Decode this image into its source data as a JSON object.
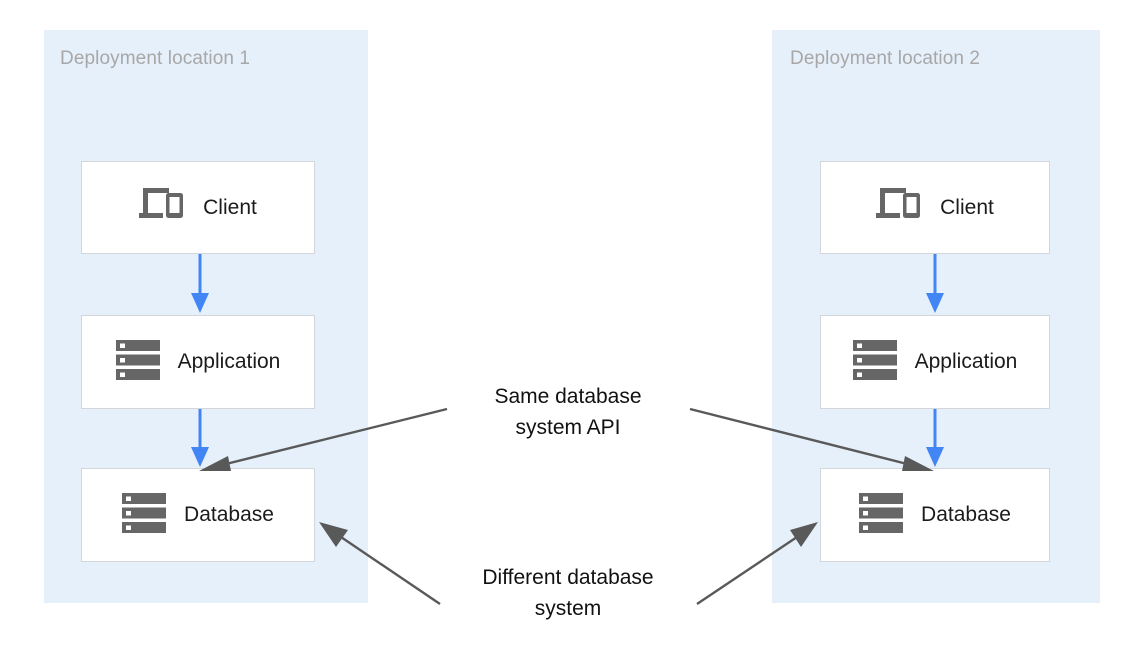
{
  "diagram": {
    "title_visible": false,
    "background_color": "#ffffff",
    "zone_color": "#e6f0fb",
    "flow_arrow_color": "#4285f4",
    "annotation_arrow_color": "#595959",
    "node_border_color": "#d3d6db",
    "icon_color": "#666666",
    "zone_title_color": "#a7a7a7"
  },
  "zones": [
    {
      "id": "zone-1",
      "title": "Deployment location 1",
      "nodes": [
        {
          "id": "client-1",
          "label": "Client",
          "icon": "devices-icon"
        },
        {
          "id": "application-1",
          "label": "Application",
          "icon": "server-icon"
        },
        {
          "id": "database-1",
          "label": "Database",
          "icon": "server-icon"
        }
      ]
    },
    {
      "id": "zone-2",
      "title": "Deployment location 2",
      "nodes": [
        {
          "id": "client-2",
          "label": "Client",
          "icon": "devices-icon"
        },
        {
          "id": "application-2",
          "label": "Application",
          "icon": "server-icon"
        },
        {
          "id": "database-2",
          "label": "Database",
          "icon": "server-icon"
        }
      ]
    }
  ],
  "annotations": [
    {
      "id": "same-api",
      "text": "Same database\nsystem API",
      "points_to": [
        "database-1",
        "database-2"
      ]
    },
    {
      "id": "different-system",
      "text": "Different database\nsystem",
      "points_to": [
        "database-1",
        "database-2"
      ]
    }
  ],
  "connections": [
    {
      "from": "client-1",
      "to": "application-1",
      "color": "#4285f4"
    },
    {
      "from": "application-1",
      "to": "database-1",
      "color": "#4285f4"
    },
    {
      "from": "client-2",
      "to": "application-2",
      "color": "#4285f4"
    },
    {
      "from": "application-2",
      "to": "database-2",
      "color": "#4285f4"
    }
  ]
}
